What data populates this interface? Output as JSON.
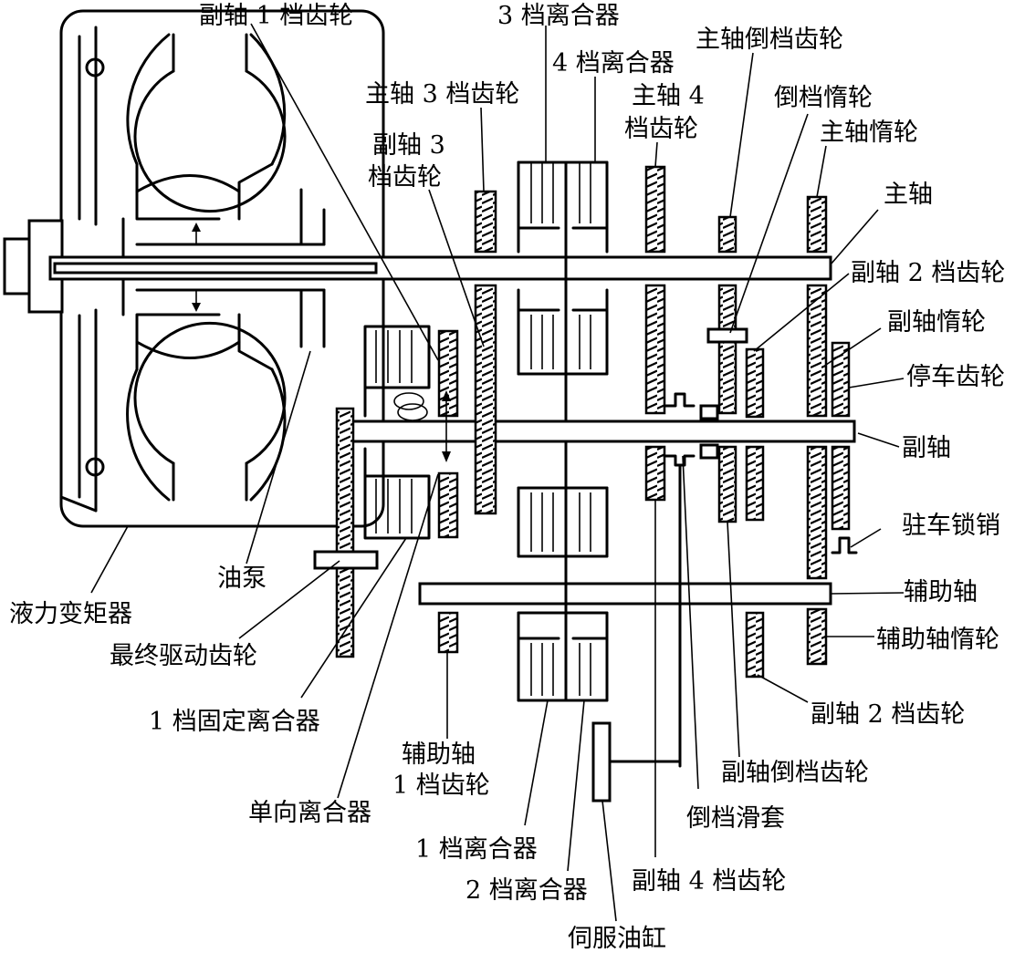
{
  "labels": {
    "countershaft_gear_1": "副轴 1 档齿轮",
    "clutch_3": "3 档离合器",
    "clutch_4": "4 档离合器",
    "mainshaft_reverse_gear": "主轴倒档齿轮",
    "mainshaft_gear_3": "主轴 3 档齿轮",
    "mainshaft_gear_4_line1": "主轴 4",
    "mainshaft_gear_4_line2": "档齿轮",
    "reverse_idler": "倒档惰轮",
    "mainshaft_idler": "主轴惰轮",
    "countershaft_gear_3_line1": "副轴 3",
    "countershaft_gear_3_line2": "档齿轮",
    "mainshaft": "主轴",
    "countershaft_gear_2_top": "副轴 2 档齿轮",
    "countershaft_idler": "副轴惰轮",
    "parking_gear": "停车齿轮",
    "countershaft": "副轴",
    "parking_pawl": "驻车锁销",
    "oil_pump": "油泵",
    "auxiliary_shaft": "辅助轴",
    "torque_converter": "液力变矩器",
    "auxiliary_shaft_idler": "辅助轴惰轮",
    "final_drive_gear": "最终驱动齿轮",
    "countershaft_gear_2_bottom": "副轴 2 档齿轮",
    "clutch_1_fixed": "1 档固定离合器",
    "aux_gear_1_line1": "辅助轴",
    "aux_gear_1_line2": "1 档齿轮",
    "countershaft_reverse_gear": "副轴倒档齿轮",
    "one_way_clutch": "单向离合器",
    "reverse_sleeve": "倒档滑套",
    "clutch_1": "1 档离合器",
    "clutch_2": "2 档离合器",
    "countershaft_gear_4": "副轴 4 档齿轮",
    "servo_cylinder": "伺服油缸"
  }
}
